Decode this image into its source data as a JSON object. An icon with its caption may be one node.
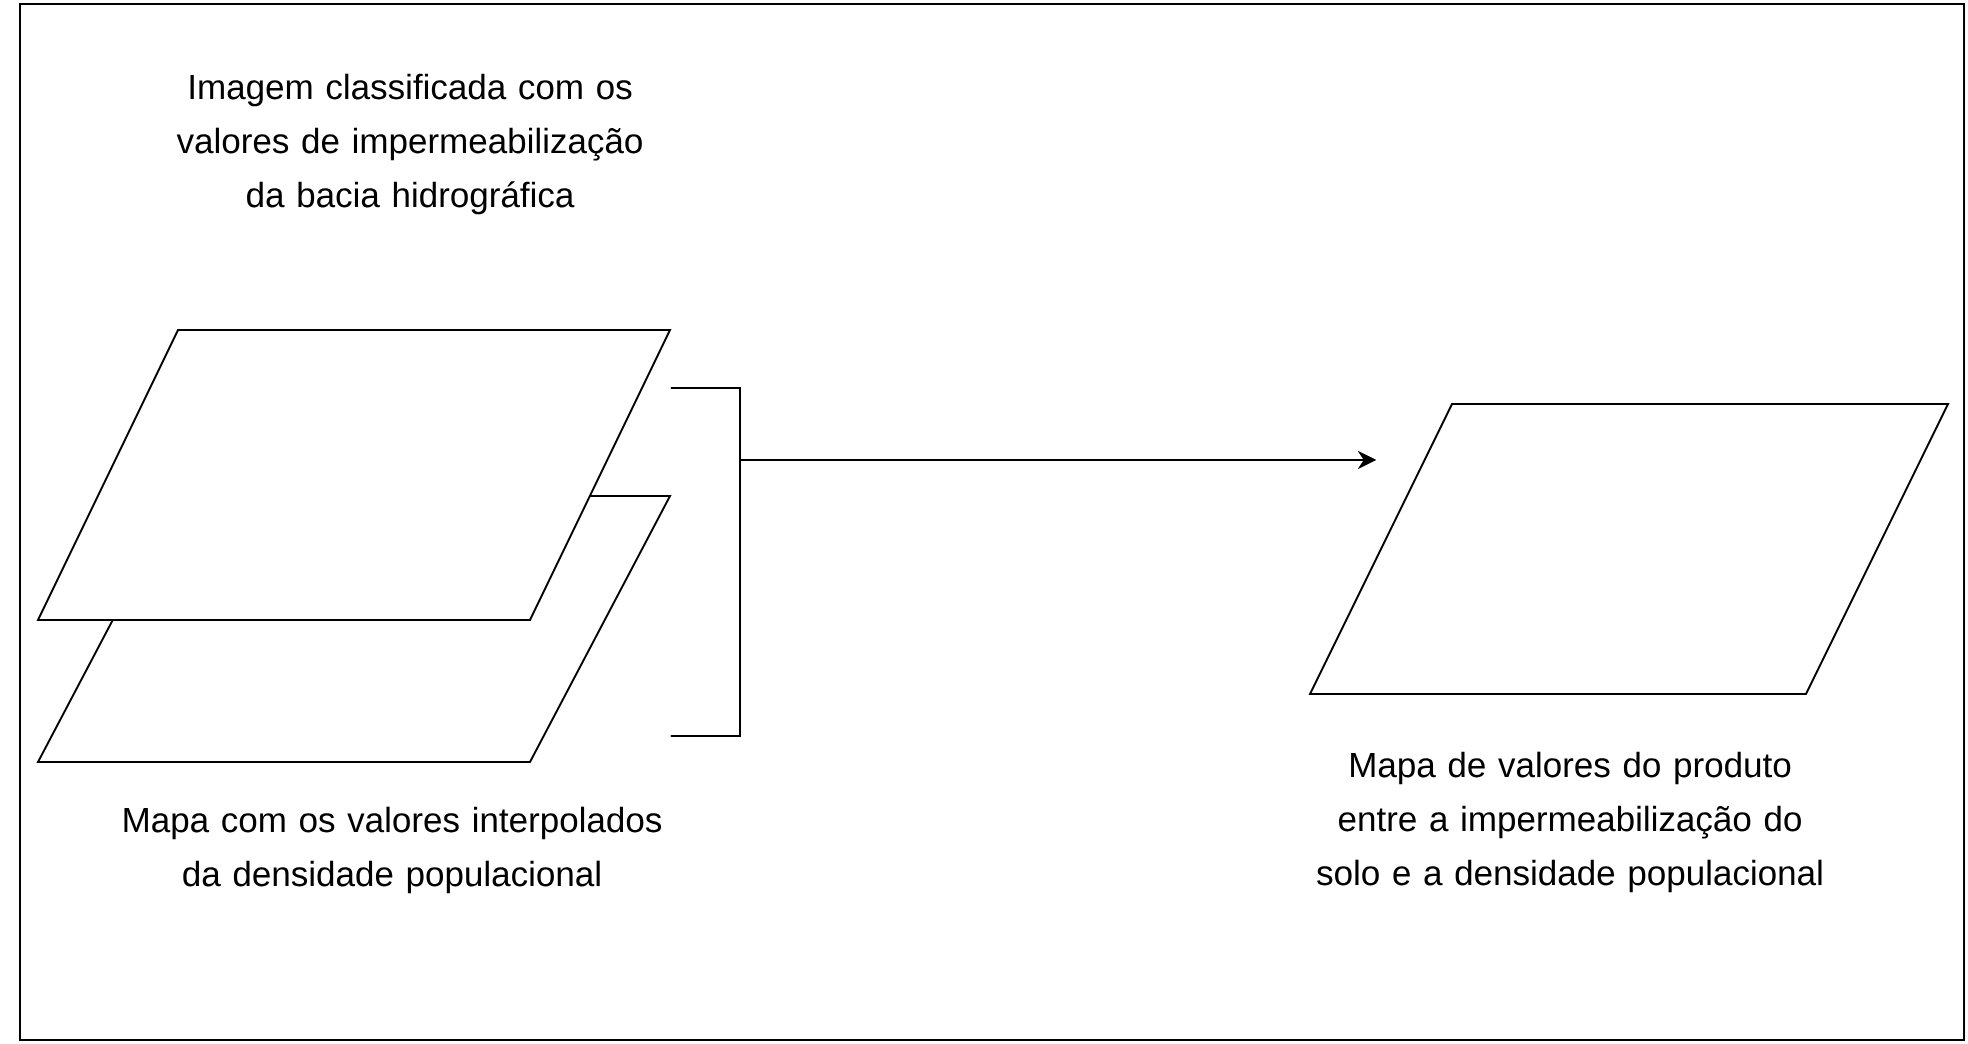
{
  "diagram": {
    "nodes": [
      {
        "text": [
          "Imagem classificada com os valores de impermeabilização da bacia hidrográfica"
        ]
      },
      {
        "text": [
          "Mapa com os valores interpolados da densidade populacional"
        ]
      },
      {
        "text": [
          "Mapa de valores do produto entre a impermeabilização do solo e a densidade populacional"
        ]
      }
    ],
    "edges": [
      {
        "from": 0,
        "to": 2,
        "arrow": "to"
      },
      {
        "from": 1,
        "to": 2,
        "arrow": "to"
      }
    ]
  }
}
